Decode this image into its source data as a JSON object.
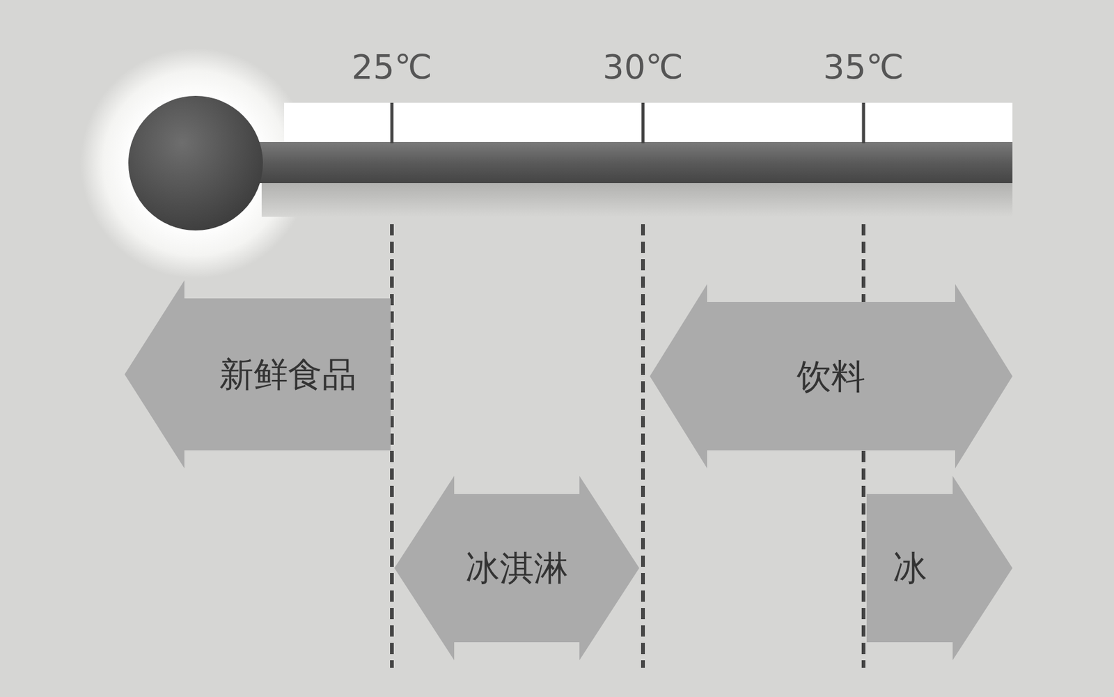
{
  "diagram": {
    "nodes": [
      {
        "text": [
          "新鲜食品"
        ]
      },
      {
        "text": [
          "冰淇淋"
        ]
      },
      {
        "text": [
          "饮料"
        ]
      },
      {
        "text": [
          "冰"
        ]
      }
    ],
    "labels": [
      "25℃",
      "30℃",
      "35℃"
    ]
  }
}
